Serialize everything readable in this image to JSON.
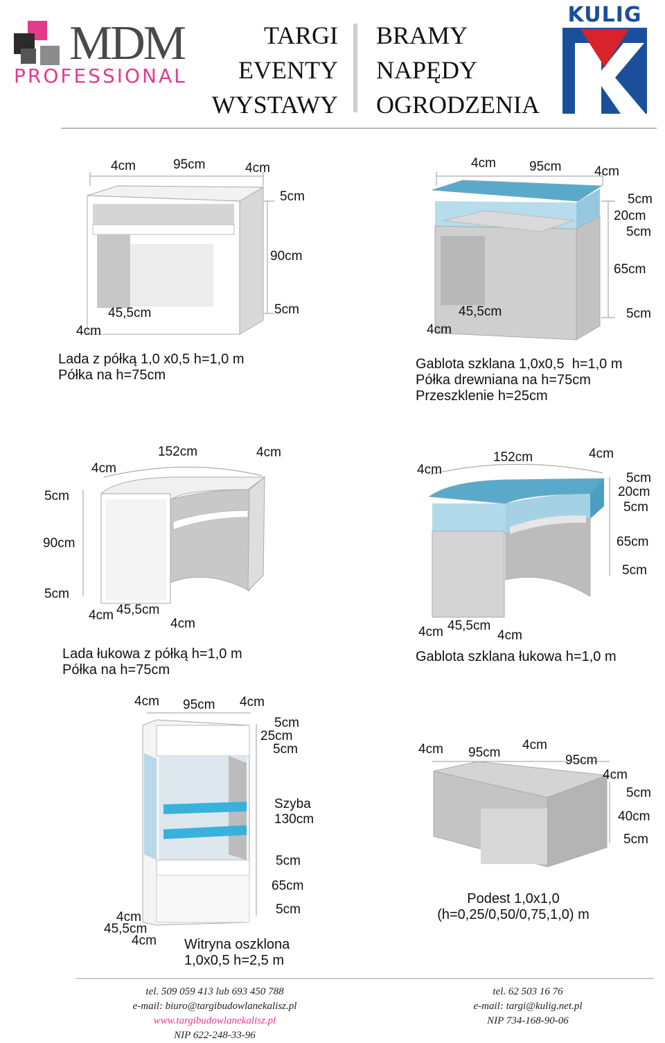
{
  "header": {
    "logo_left": {
      "brand": "MDM",
      "sub": "PROFESSIONAL"
    },
    "left_lines": [
      "TARGI",
      "EVENTY",
      "WYSTAWY"
    ],
    "right_lines": [
      "BRAMY",
      "NAPĘDY",
      "OGRODZENIA"
    ],
    "logo_right": {
      "brand": "KULIG"
    }
  },
  "panels": {
    "lada": {
      "dims": {
        "left_w": "4cm",
        "main_w": "95cm",
        "right_w": "4cm",
        "top_h": "5cm",
        "height": "90cm",
        "bottom_h": "5cm",
        "depth": "45,5cm",
        "depth_edge": "4cm"
      },
      "caption": [
        "Lada z półką 1,0 x0,5 h=1,0 m",
        "Półka na h=75cm"
      ]
    },
    "gablota": {
      "dims": {
        "left_w": "4cm",
        "main_w": "95cm",
        "right_w": "4cm",
        "top_h": "5cm",
        "glass_h": "20cm",
        "mid_h": "5cm",
        "body_h": "65cm",
        "bottom_h": "5cm",
        "depth": "45,5cm",
        "depth_edge": "4cm"
      },
      "caption": [
        "Gablota szklana 1,0x0,5  h=1,0 m",
        "Półka drewniana na h=75cm",
        "Przeszklenie h=25cm"
      ]
    },
    "lada_lukowa": {
      "dims": {
        "arc_w": "152cm",
        "left_w": "4cm",
        "right_w": "4cm",
        "top_h": "5cm",
        "height": "90cm",
        "bottom_h": "5cm",
        "edge_a": "4cm",
        "depth": "45,5cm",
        "edge_b": "4cm"
      },
      "caption": [
        "Lada łukowa z półką h=1,0 m",
        "Półka na h=75cm"
      ]
    },
    "gablota_lukowa": {
      "dims": {
        "arc_w": "152cm",
        "left_w": "4cm",
        "right_w": "4cm",
        "top_h": "5cm",
        "glass_h": "20cm",
        "mid_h": "5cm",
        "body_h": "65cm",
        "bottom_h": "5cm",
        "edge_a": "4cm",
        "depth": "45,5cm",
        "edge_b": "4cm"
      },
      "caption": [
        "Gablota szklana łukowa h=1,0 m"
      ]
    },
    "witryna": {
      "dims": {
        "left_w": "4cm",
        "main_w": "95cm",
        "right_w": "4cm",
        "top_h": "5cm",
        "head_h": "25cm",
        "mid_h": "5cm",
        "glass_label": "Szyba",
        "glass_h": "130cm",
        "mid2_h": "5cm",
        "body_h": "65cm",
        "bottom_h": "5cm",
        "edge_a": "4cm",
        "depth": "45,5cm",
        "edge_b": "4cm"
      },
      "caption": [
        "Witryna oszklona",
        "1,0x0,5 h=2,5 m"
      ]
    },
    "podest": {
      "dims": {
        "left_w": "4cm",
        "w1": "95cm",
        "mid_w": "4cm",
        "w2": "95cm",
        "right_w": "4cm",
        "top_h": "5cm",
        "height": "40cm",
        "bottom_h": "5cm"
      },
      "caption": [
        "Podest 1,0x1,0",
        "(h=0,25/0,50/0,75,1,0) m"
      ]
    }
  },
  "footer": {
    "left": {
      "tel": "tel. 509 059 413 lub 693 450 788",
      "email": "e-mail: biuro@targibudowlanekalisz.pl",
      "www": "www.targibudowlanekalisz.pl",
      "nip": "NIP 622-248-33-96"
    },
    "right": {
      "tel": "tel. 62 503 16 76",
      "email": "e-mail: targi@kulig.net.pl",
      "nip": "NIP 734-168-90-06"
    }
  },
  "colors": {
    "accent_pink": "#e43a8c",
    "glass_blue": "#3d9bc2",
    "kulig_blue": "#1b4f9c",
    "kulig_red": "#d8232a"
  }
}
